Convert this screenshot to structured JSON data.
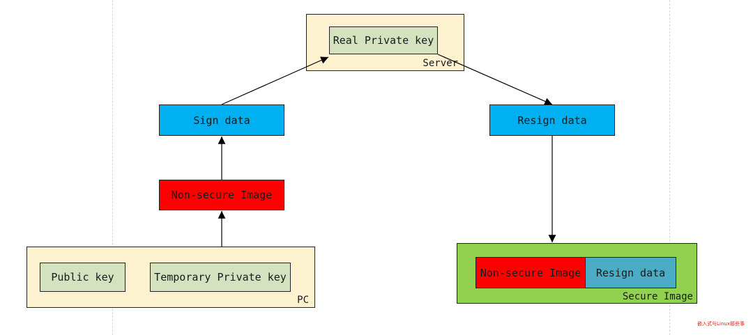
{
  "nodes": {
    "server": {
      "title": "Server",
      "key": "Real Private key"
    },
    "sign_data": "Sign data",
    "resign_data": "Resign data",
    "non_secure_image": "Non-secure Image",
    "pc": {
      "title": "PC",
      "public_key": "Public key",
      "temp_key": "Temporary Private key"
    },
    "secure_image": {
      "title": "Secure Image",
      "part1": "Non-secure Image",
      "part2": "Resign data"
    }
  },
  "colors": {
    "container": "#fdf2d0",
    "key_box": "#d4e2c0",
    "data_box": "#00b0f0",
    "image_box": "#ff0000",
    "secure_container": "#92d050",
    "resign_part": "#4bacc6"
  },
  "watermark": "嵌入式与Linux那些事"
}
